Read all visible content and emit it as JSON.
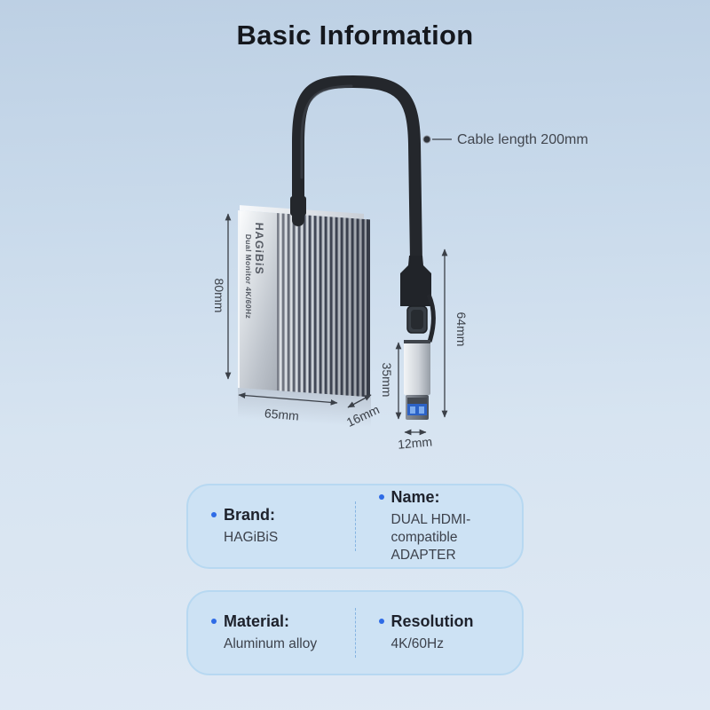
{
  "title": "Basic Information",
  "annotation": {
    "cable_length": "Cable length 200mm"
  },
  "product": {
    "brand_text": "HAGiBiS",
    "model_text": "Dual Monitor 4K/60Hz"
  },
  "dimensions": {
    "body_height": "80mm",
    "body_width": "65mm",
    "body_depth": "16mm",
    "connector_length": "64mm",
    "usb_a_length": "35mm",
    "usb_a_width": "12mm"
  },
  "info_cards": [
    {
      "label": "Brand:",
      "value": "HAGiBiS"
    },
    {
      "label": "Name:",
      "value": "DUAL HDMI-compatible ADAPTER"
    },
    {
      "label": "Material:",
      "value": "Aluminum alloy"
    },
    {
      "label": "Resolution",
      "value": "4K/60Hz"
    }
  ],
  "colors": {
    "accent": "#2e6be6",
    "card_bg": "#cde2f4",
    "card_border": "#b7d8f1",
    "background_top": "#bdd0e4",
    "background_bottom": "#dfe9f4",
    "cable": "#24272c",
    "dimension_line": "#3b4048"
  }
}
